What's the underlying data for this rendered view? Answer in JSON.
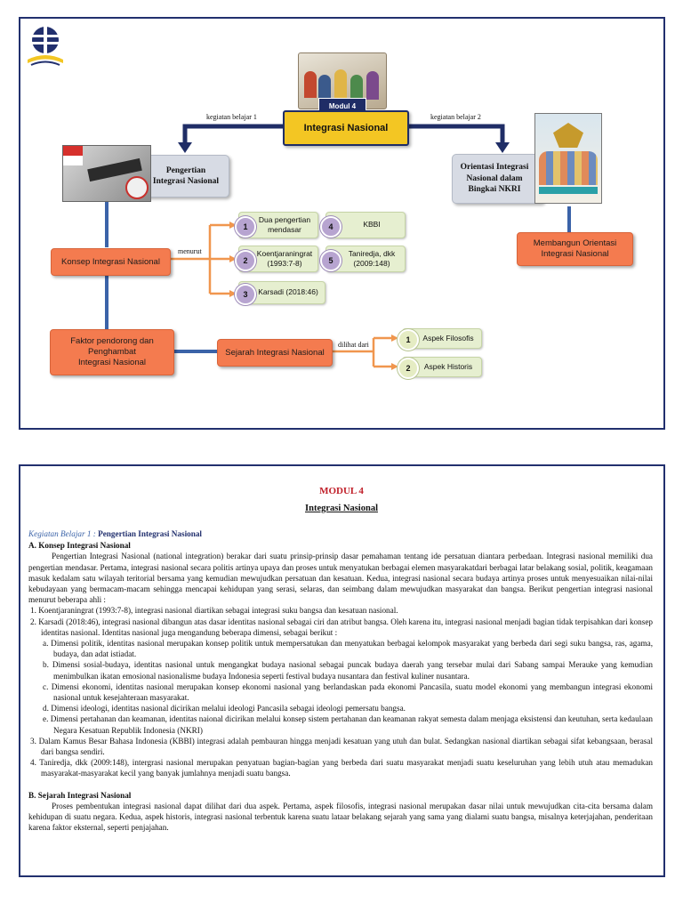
{
  "diagram": {
    "module_badge": "Modul 4",
    "main_title": "Integrasi Nasional",
    "edge_left": "kegiatan belajar 1",
    "edge_right": "kegiatan belajar 2",
    "kb1_title": "Pengertian\nIntegrasi Nasional",
    "kb2_title": "Orientasi Integrasi\nNasional dalam\nBingkai NKRI",
    "orientasi_box": "Membangun Orientasi\nIntegrasi Nasional",
    "konsep_box": "Konsep Integrasi Nasional",
    "menurut_label": "menurut",
    "sources": [
      {
        "num": "1",
        "label": "Dua pengertian\nmendasar"
      },
      {
        "num": "4",
        "label": "KBBI"
      },
      {
        "num": "2",
        "label": "Koentjaraningrat\n(1993:7-8)"
      },
      {
        "num": "5",
        "label": "Taniredja, dkk\n(2009:148)"
      },
      {
        "num": "3",
        "label": "Karsadi (2018:46)"
      }
    ],
    "faktor_box": "Faktor pendorong dan\nPenghambat\nIntegrasi Nasional",
    "sejarah_box": "Sejarah Integrasi Nasional",
    "dilihat_label": "dilihat dari",
    "aspects": [
      {
        "num": "1",
        "label": "Aspek Filosofis"
      },
      {
        "num": "2",
        "label": "Aspek Historis"
      }
    ],
    "colors": {
      "orange": "#f47b4f",
      "blue_line": "#3b63a8",
      "arrow_orange": "#f0964e",
      "navy": "#22306e",
      "title_yellow": "#f3c623"
    }
  },
  "document": {
    "module": "MODUL 4",
    "title": "Integrasi Nasional",
    "kb_prefix": "Kegiatan Belajar 1 :",
    "kb_title": "Pengertian Integrasi Nasional",
    "sec_a": "A. Konsep Integrasi Nasional",
    "para_a": "Pengertian Integrasi Nasional (national integration) berakar dari suatu prinsip-prinsip dasar pemahaman tentang ide persatuan diantara perbedaan. Integrasi nasional memiliki dua pengertian mendasar. Pertama, integrasi nasional secara politis artinya upaya dan proses untuk menyatukan berbagai elemen masyarakatdari berbagai latar belakang sosial, politik, keagamaan masuk kedalam satu wilayah teritorial bersama yang kemudian mewujudkan persatuan dan kesatuan. Kedua, integrasi nasional secara budaya artinya proses untuk menyesuaikan nilai-nilai kebudayaan yang bermacam-macam sehingga mencapai kehidupan yang serasi, selaras, dan seimbang dalam mewujudkan masyarakat dan bangsa. Berikut pengertian integrasi nasional menurut beberapa ahli :",
    "item1": "1.  Koentjaraningrat (1993:7-8), integrasi nasional diartikan sebagai integrasi suku bangsa dan kesatuan nasional.",
    "item2": "2.  Karsadi (2018:46), integrasi nasional dibangun atas dasar identitas nasional sebagai ciri dan atribut bangsa. Oleh karena itu, integrasi nasional menjadi bagian tidak terpisahkan dari konsep identitas nasional. Identitas nasional juga mengandung beberapa dimensi, sebagai berikut :",
    "sub_a": "a.  Dimensi politik, identitas nasional merupakan konsep politik untuk mempersatukan dan menyatukan berbagai kelompok masyarakat yang berbeda dari segi suku bangsa, ras, agama, budaya, dan adat istiadat.",
    "sub_b": "b.  Dimensi sosial-budaya, identitas nasional untuk mengangkat budaya nasional sebagai puncak budaya daerah yang tersebar mulai dari Sabang sampai Merauke yang kemudian menimbulkan ikatan emosional nasionalisme budaya Indonesia seperti festival budaya nusantara dan festival kuliner nusantara.",
    "sub_c": "c.  Dimensi ekonomi, identitas nasional merupakan konsep ekonomi nasional yang berlandaskan pada ekonomi Pancasila, suatu model ekonomi yang membangun integrasi ekonomi nasional untuk kesejahteraan masyarakat.",
    "sub_d": "d.  Dimensi ideologi, identitas nasional dicirikan melalui ideologi Pancasila sebagai ideologi pemersatu bangsa.",
    "sub_e": "e.  Dimensi pertahanan dan keamanan, identitas naional dicirikan melalui konsep sistem pertahanan dan keamanan rakyat semesta dalam menjaga eksistensi dan keutuhan, serta kedaulaan Negara Kesatuan Republik Indonesia (NKRI)",
    "item3": "3.  Dalam Kamus Besar Bahasa Indonesia (KBBI) integrasi adalah pembauran hingga menjadi kesatuan yang utuh dan bulat. Sedangkan nasional diartikan sebagai sifat kebangsaan, berasal dari bangsa sendiri.",
    "item4": "4.  Taniredja, dkk (2009:148), intergrasi nasional merupakan penyatuan bagian-bagian yang berbeda dari suatu masyarakat menjadi suatu keseluruhan yang lebih utuh atau memadukan masyarakat-masyarakat kecil yang banyak jumlahnya menjadi suatu bangsa.",
    "sec_b": "B. Sejarah Integrasi Nasional",
    "para_b": "Proses pembentukan integrasi nasional dapat dilihat dari dua aspek. Pertama, aspek filosofis, integrasi nasional merupakan dasar nilai untuk mewujudkan cita-cita bersama dalam kehidupan di suatu negara. Kedua, aspek historis, integrasi nasional terbentuk karena suatu lataar belakang sejarah yang sama yang dialami suatu bangsa, misalnya keterjajahan, penderitaan karena faktor eksternal, seperti penjajahan."
  }
}
